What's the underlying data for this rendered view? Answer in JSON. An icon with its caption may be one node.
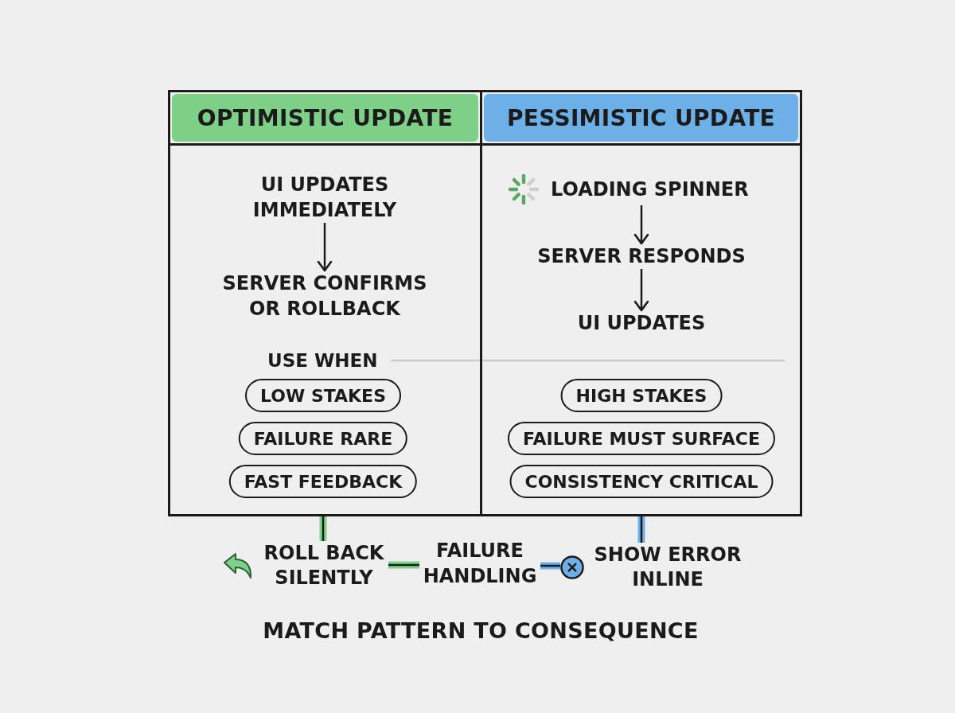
{
  "diagram": {
    "caption": "MATCH PATTERN TO CONSEQUENCE",
    "nodes": [
      {
        "text": [
          "OPTIMISTIC UPDATE"
        ]
      },
      {
        "text": [
          "UI UPDATES IMMEDIATELY"
        ],
        "in": 0
      },
      {
        "text": [
          "SERVER CONFIRMS OR ROLLBACK"
        ],
        "in": 0
      },
      {
        "text": [
          "LOW STAKES"
        ],
        "in": 0
      },
      {
        "text": [
          "FAILURE RARE"
        ],
        "in": 0
      },
      {
        "text": [
          "FAST FEEDBACK"
        ],
        "in": 0
      },
      {
        "text": [
          "PESSIMISTIC UPDATE"
        ]
      },
      {
        "text": [
          "LOADING SPINNER"
        ],
        "in": 6
      },
      {
        "text": [
          "SERVER RESPONDS"
        ],
        "in": 6
      },
      {
        "text": [
          "UI UPDATES"
        ],
        "in": 6
      },
      {
        "text": [
          "HIGH STAKES"
        ],
        "in": 6
      },
      {
        "text": [
          "FAILURE MUST SURFACE"
        ],
        "in": 6
      },
      {
        "text": [
          "CONSISTENCY CRITICAL"
        ],
        "in": 6
      },
      {
        "text": [
          "ROLL BACK SILENTLY"
        ]
      },
      {
        "text": [
          "FAILURE HANDLING"
        ]
      },
      {
        "text": [
          "SHOW ERROR INLINE"
        ]
      }
    ],
    "edges": [
      {
        "from": 1,
        "to": 2,
        "arrow": "to"
      },
      {
        "from": 7,
        "to": 8,
        "arrow": "to"
      },
      {
        "from": 8,
        "to": 9,
        "arrow": "to"
      },
      {
        "from": 0,
        "to": 13,
        "arrow": "none",
        "color": "#7fd08a"
      },
      {
        "from": 6,
        "to": 15,
        "arrow": "none",
        "color": "#6db0e8"
      },
      {
        "from": 14,
        "to": 13,
        "arrow": "none",
        "color": "#7fd08a"
      },
      {
        "from": 14,
        "to": 15,
        "arrow": "none",
        "color": "#6db0e8"
      }
    ],
    "labels": [
      "USE WHEN"
    ]
  }
}
